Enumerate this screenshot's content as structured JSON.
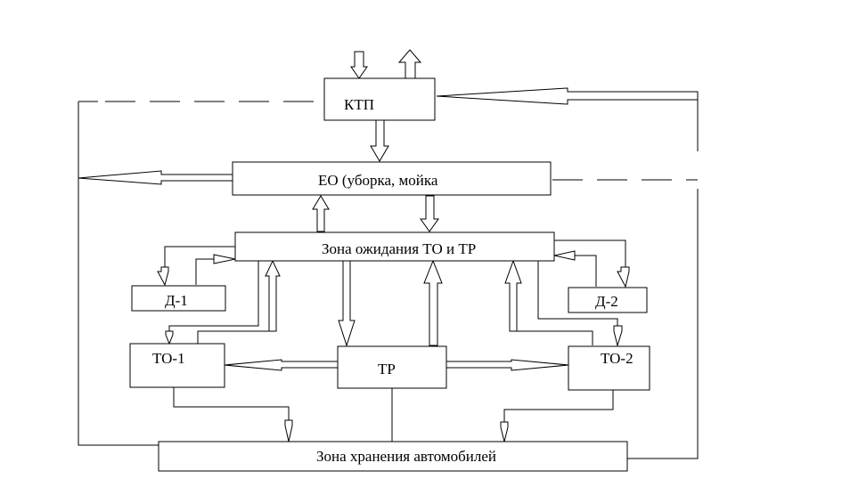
{
  "nodes": {
    "ktp": "КТП",
    "eo": "ЕО (уборка, мойка",
    "wait_zone": "Зона ожидания ТО и ТР",
    "d1": "Д-1",
    "d2": "Д-2",
    "to1": "ТО-1",
    "tr": "ТР",
    "to2": "ТО-2",
    "storage": "Зона хранения автомобилей"
  },
  "colors": {
    "stroke": "#000000",
    "background": "#ffffff"
  }
}
